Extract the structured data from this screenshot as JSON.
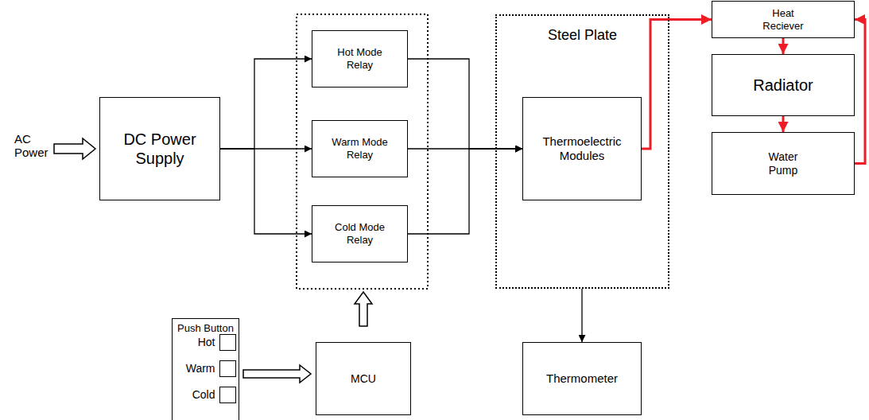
{
  "diagram": {
    "nodes": [
      {
        "text": [
          "DC Power Supply"
        ]
      },
      {
        "text": [
          "Hot Mode Relay"
        ]
      },
      {
        "text": [
          "Warm Mode Relay"
        ]
      },
      {
        "text": [
          "Cold Mode Relay"
        ]
      },
      {
        "text": [
          "Push Button"
        ]
      },
      {
        "text": [
          "Hot"
        ],
        "in": 4
      },
      {
        "text": [
          "Warm"
        ],
        "in": 4
      },
      {
        "text": [
          "Cold"
        ],
        "in": 4
      },
      {
        "text": [
          "MCU"
        ]
      },
      {
        "text": [
          "Steel Plate"
        ]
      },
      {
        "text": [
          "Thermoelectric Modules"
        ],
        "in": 9
      },
      {
        "text": [
          "Thermometer"
        ]
      },
      {
        "text": [
          "Heat Reciever"
        ]
      },
      {
        "text": [
          "Radiator"
        ]
      },
      {
        "text": [
          "Water Pump"
        ]
      }
    ],
    "edges": [
      {
        "from": 0,
        "to": 1,
        "arrow": "to"
      },
      {
        "from": 0,
        "to": 2,
        "arrow": "to"
      },
      {
        "from": 0,
        "to": 3,
        "arrow": "to"
      },
      {
        "from": 1,
        "to": 10,
        "arrow": "to"
      },
      {
        "from": 2,
        "to": 10,
        "arrow": "to"
      },
      {
        "from": 3,
        "to": 10,
        "arrow": "to"
      },
      {
        "from": 4,
        "to": 8,
        "arrow": "to"
      },
      {
        "from": 9,
        "to": 11,
        "arrow": "to"
      },
      {
        "from": 10,
        "to": 12,
        "arrow": "to"
      },
      {
        "from": 12,
        "to": 13,
        "arrow": "to"
      },
      {
        "from": 13,
        "to": 14,
        "arrow": "to"
      },
      {
        "from": 14,
        "to": 12,
        "arrow": "to"
      }
    ],
    "labels": [
      "AC Power"
    ]
  }
}
